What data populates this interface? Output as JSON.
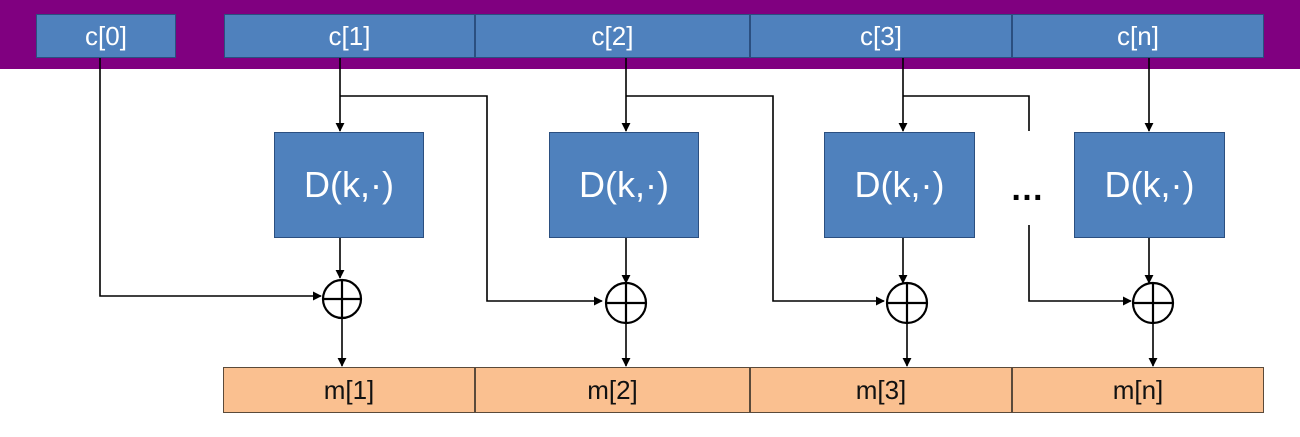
{
  "colors": {
    "band": "#800080",
    "cipher_block": "#4f81bd",
    "message_block": "#fac090",
    "decrypt_box": "#4f81bd",
    "line": "#000000"
  },
  "ciphertext": {
    "iv_label": "c[0]",
    "blocks": [
      "c[1]",
      "c[2]",
      "c[3]",
      "c[n]"
    ]
  },
  "decrypt": {
    "labels": [
      "D(k,·)",
      "D(k,·)",
      "D(k,·)",
      "D(k,·)"
    ],
    "ellipsis": "…"
  },
  "plaintext": {
    "blocks": [
      "m[1]",
      "m[2]",
      "m[3]",
      "m[n]"
    ]
  },
  "icons": {
    "xor": "xor-icon"
  }
}
